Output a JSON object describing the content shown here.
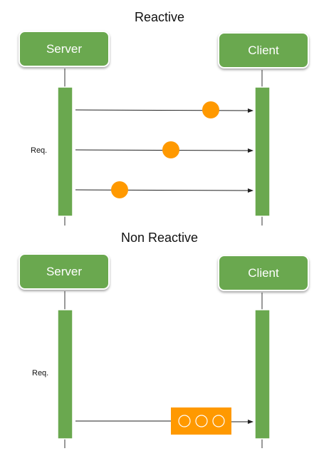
{
  "reactive": {
    "title": "Reactive",
    "server_label": "Server",
    "client_label": "Client",
    "req_label": "Req."
  },
  "non_reactive": {
    "title": "Non Reactive",
    "server_label": "Server",
    "client_label": "Client",
    "req_label": "Req."
  },
  "colors": {
    "green": "#6aa84f",
    "orange": "#ff9900",
    "line": "#222222"
  }
}
